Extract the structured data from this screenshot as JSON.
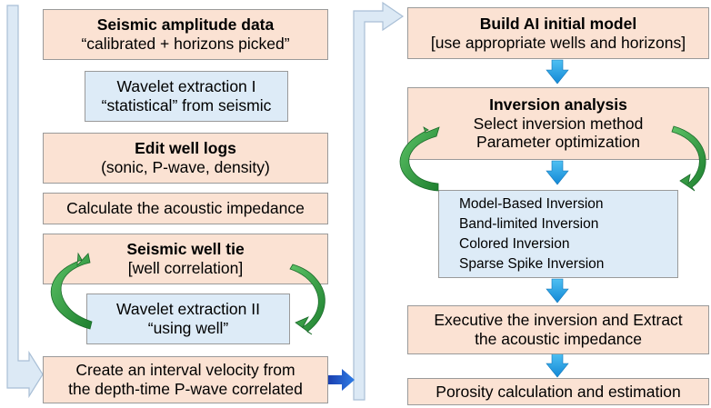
{
  "left_column": {
    "seismic_amplitude": {
      "title": "Seismic amplitude data",
      "subtitle": "“calibrated + horizons picked”"
    },
    "wavelet_1": {
      "line1": "Wavelet extraction I",
      "line2": "“statistical” from seismic"
    },
    "edit_logs": {
      "title": "Edit well logs",
      "subtitle": "(sonic, P-wave, density)"
    },
    "acoustic_impedance": {
      "text": "Calculate the acoustic impedance"
    },
    "well_tie": {
      "title": "Seismic well tie",
      "subtitle": "[well correlation]"
    },
    "wavelet_2": {
      "line1": "Wavelet extraction II",
      "line2": "“using well”"
    },
    "interval_velocity": {
      "line1": "Create an interval velocity from",
      "line2": "the depth-time P-wave correlated"
    }
  },
  "right_column": {
    "build_model": {
      "title": "Build AI initial model",
      "subtitle": "[use appropriate wells and horizons]"
    },
    "inversion_analysis": {
      "title": "Inversion analysis",
      "line1": "Select inversion method",
      "line2": "Parameter optimization"
    },
    "methods": [
      "Model-Based Inversion",
      "Band-limited Inversion",
      "Colored Inversion",
      "Sparse Spike Inversion"
    ],
    "execute": {
      "line1": "Executive the inversion and Extract",
      "line2": "the acoustic impedance"
    },
    "porosity": {
      "text": "Porosity calculation and estimation"
    }
  },
  "colors": {
    "peach_fill": "#fbe2d3",
    "blue_fill": "#ddebf7",
    "box_border": "#9a9a9a",
    "flow_arrow_fill": "#dce9f5",
    "flow_arrow_stroke": "#a9bfd6",
    "down_arrow": "#1ea3e3",
    "connector_arrow": "#1f52c7",
    "loop_arrow": "#2e9b3e"
  }
}
